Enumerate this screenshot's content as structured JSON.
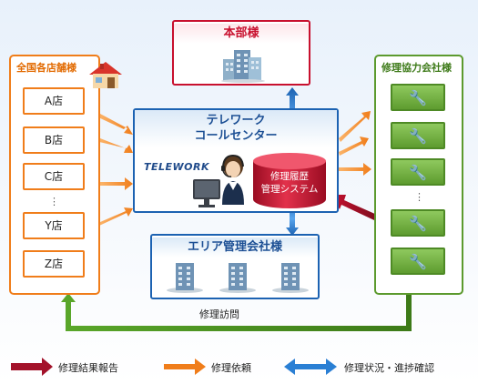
{
  "hq": {
    "title": "本部様"
  },
  "stores": {
    "title": "全国各店舗様",
    "items": [
      "A店",
      "B店",
      "C店",
      "Y店",
      "Z店"
    ],
    "ellipsis": "⋮"
  },
  "callcenter": {
    "title_line1": "テレワーク",
    "title_line2": "コールセンター",
    "logo": "TELEWORK",
    "system_line1": "修理履歴",
    "system_line2": "管理システム"
  },
  "area": {
    "title": "エリア管理会社様"
  },
  "partners": {
    "title": "修理協力会社様",
    "ellipsis": "⋮"
  },
  "visit_label": "修理訪問",
  "legend": [
    {
      "label": "修理結果報告",
      "color": "#a3122a"
    },
    {
      "label": "修理依頼",
      "color": "#f07d1a"
    },
    {
      "label": "修理状況・進捗確認",
      "color": "#2a7fd4"
    }
  ]
}
